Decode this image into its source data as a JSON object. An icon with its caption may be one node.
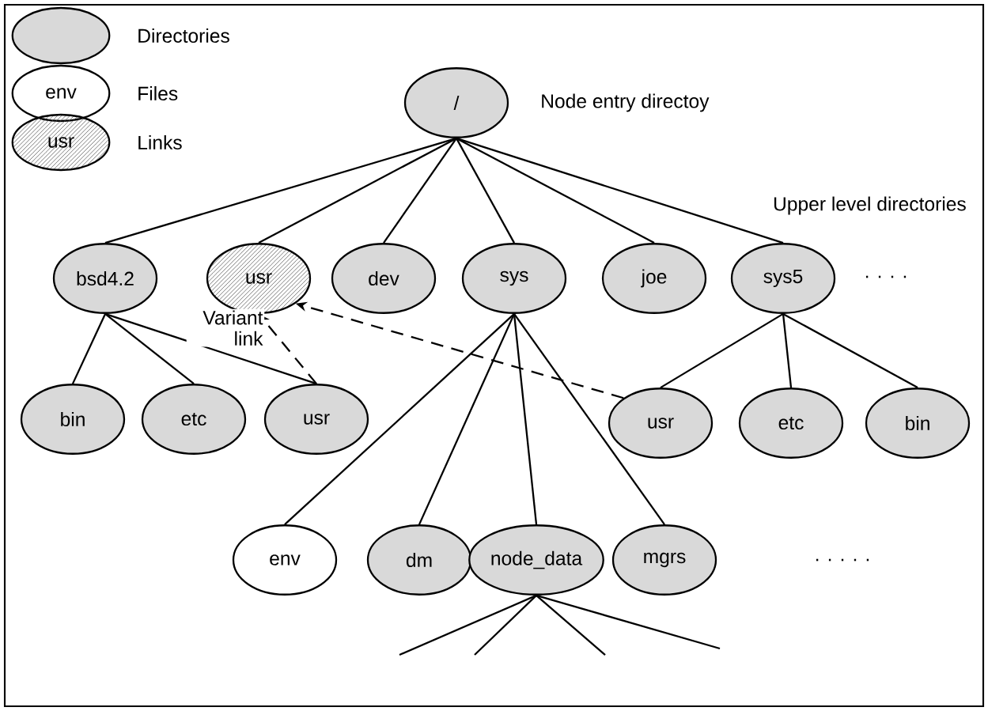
{
  "diagram": {
    "nodes": [
      {
        "text": [
          "/"
        ],
        "beside": [
          "Node entry directoy"
        ]
      },
      {
        "text": [
          "bsd4.2"
        ]
      },
      {
        "text": [
          "usr"
        ]
      },
      {
        "text": [
          "dev"
        ]
      },
      {
        "text": [
          "sys"
        ]
      },
      {
        "text": [
          "joe"
        ]
      },
      {
        "text": [
          "sys5"
        ]
      },
      {
        "text": [
          "bin"
        ]
      },
      {
        "text": [
          "etc"
        ]
      },
      {
        "text": [
          "usr"
        ]
      },
      {
        "text": [
          "usr"
        ]
      },
      {
        "text": [
          "etc"
        ]
      },
      {
        "text": [
          "bin"
        ]
      },
      {
        "text": [
          "env"
        ]
      },
      {
        "text": [
          "dm"
        ]
      },
      {
        "text": [
          "node_data"
        ]
      },
      {
        "text": [
          "mgrs"
        ]
      }
    ],
    "edges": [
      {
        "from": 0,
        "to": 1,
        "arrow": "none"
      },
      {
        "from": 0,
        "to": 2,
        "arrow": "none"
      },
      {
        "from": 0,
        "to": 3,
        "arrow": "none"
      },
      {
        "from": 0,
        "to": 4,
        "arrow": "none"
      },
      {
        "from": 0,
        "to": 5,
        "arrow": "none"
      },
      {
        "from": 0,
        "to": 6,
        "arrow": "none"
      },
      {
        "from": 1,
        "to": 7,
        "arrow": "none"
      },
      {
        "from": 1,
        "to": 8,
        "arrow": "none"
      },
      {
        "from": 1,
        "to": 9,
        "arrow": "none"
      },
      {
        "from": 9,
        "to": 2,
        "arrow": "to",
        "style": "dashed",
        "label": "Variant link"
      },
      {
        "from": 10,
        "to": 2,
        "arrow": "to",
        "style": "dashed"
      },
      {
        "from": 6,
        "to": 10,
        "arrow": "none"
      },
      {
        "from": 6,
        "to": 11,
        "arrow": "none"
      },
      {
        "from": 6,
        "to": 12,
        "arrow": "none"
      },
      {
        "from": 4,
        "to": 13,
        "arrow": "none"
      },
      {
        "from": 4,
        "to": 14,
        "arrow": "none"
      },
      {
        "from": 4,
        "to": 15,
        "arrow": "none"
      },
      {
        "from": 4,
        "to": 16,
        "arrow": "none"
      },
      {
        "from": 15,
        "to": null,
        "arrow": "none"
      },
      {
        "from": 15,
        "to": null,
        "arrow": "none"
      },
      {
        "from": 15,
        "to": null,
        "arrow": "none"
      },
      {
        "from": 15,
        "to": null,
        "arrow": "none"
      }
    ],
    "labels": [
      "env",
      "usr",
      "Upper level directories",
      ". . . .",
      ". . . . ."
    ],
    "legend": [
      {
        "text": "Directories"
      },
      {
        "text": "Files"
      },
      {
        "text": "Links"
      }
    ]
  }
}
